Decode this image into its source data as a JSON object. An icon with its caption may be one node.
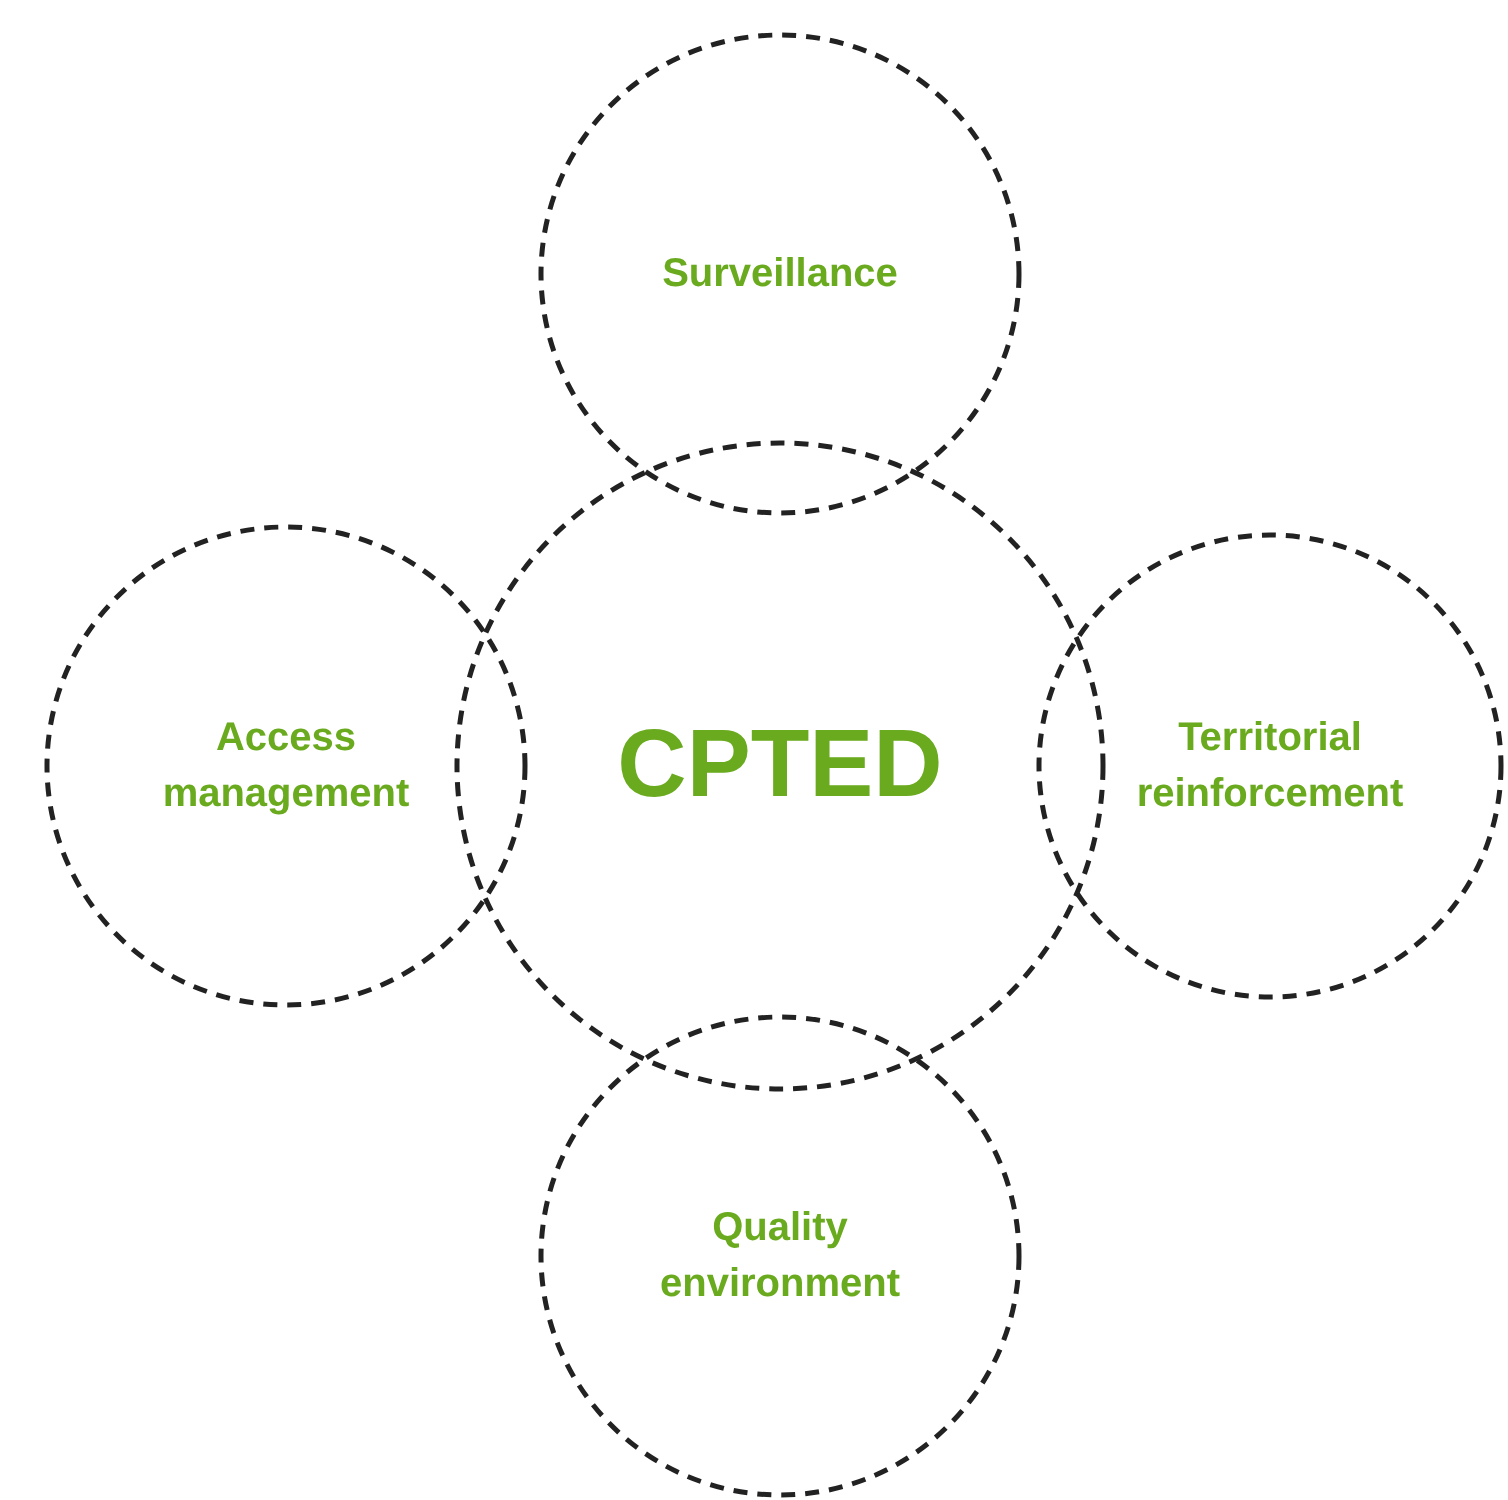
{
  "diagram": {
    "nodes": [
      {
        "text": [
          "Surveillance"
        ]
      },
      {
        "text": [
          "Access management"
        ]
      },
      {
        "text": [
          "CPTED"
        ]
      },
      {
        "text": [
          "Territorial reinforcement"
        ]
      },
      {
        "text": [
          "Quality environment"
        ]
      }
    ]
  }
}
